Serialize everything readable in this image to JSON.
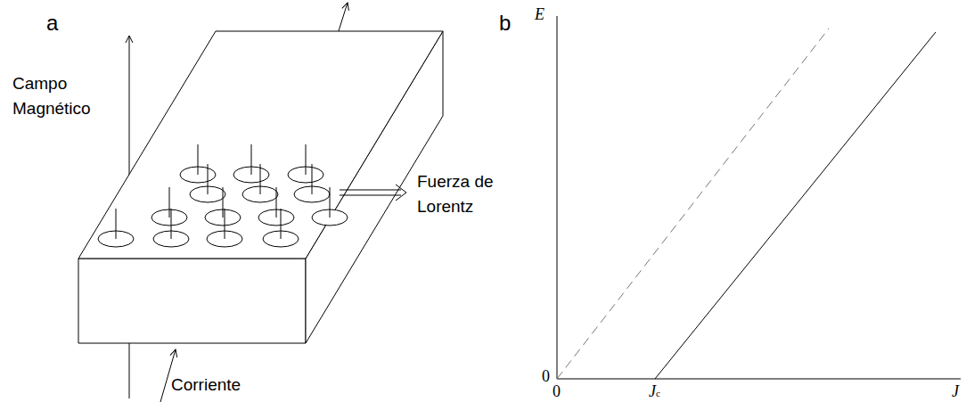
{
  "diagram": {
    "labels": [
      "a",
      "Campo Magnético",
      "Fuerza de Lorentz",
      "Corriente",
      "b",
      "E",
      "0",
      "0",
      "Jc",
      "J"
    ]
  }
}
